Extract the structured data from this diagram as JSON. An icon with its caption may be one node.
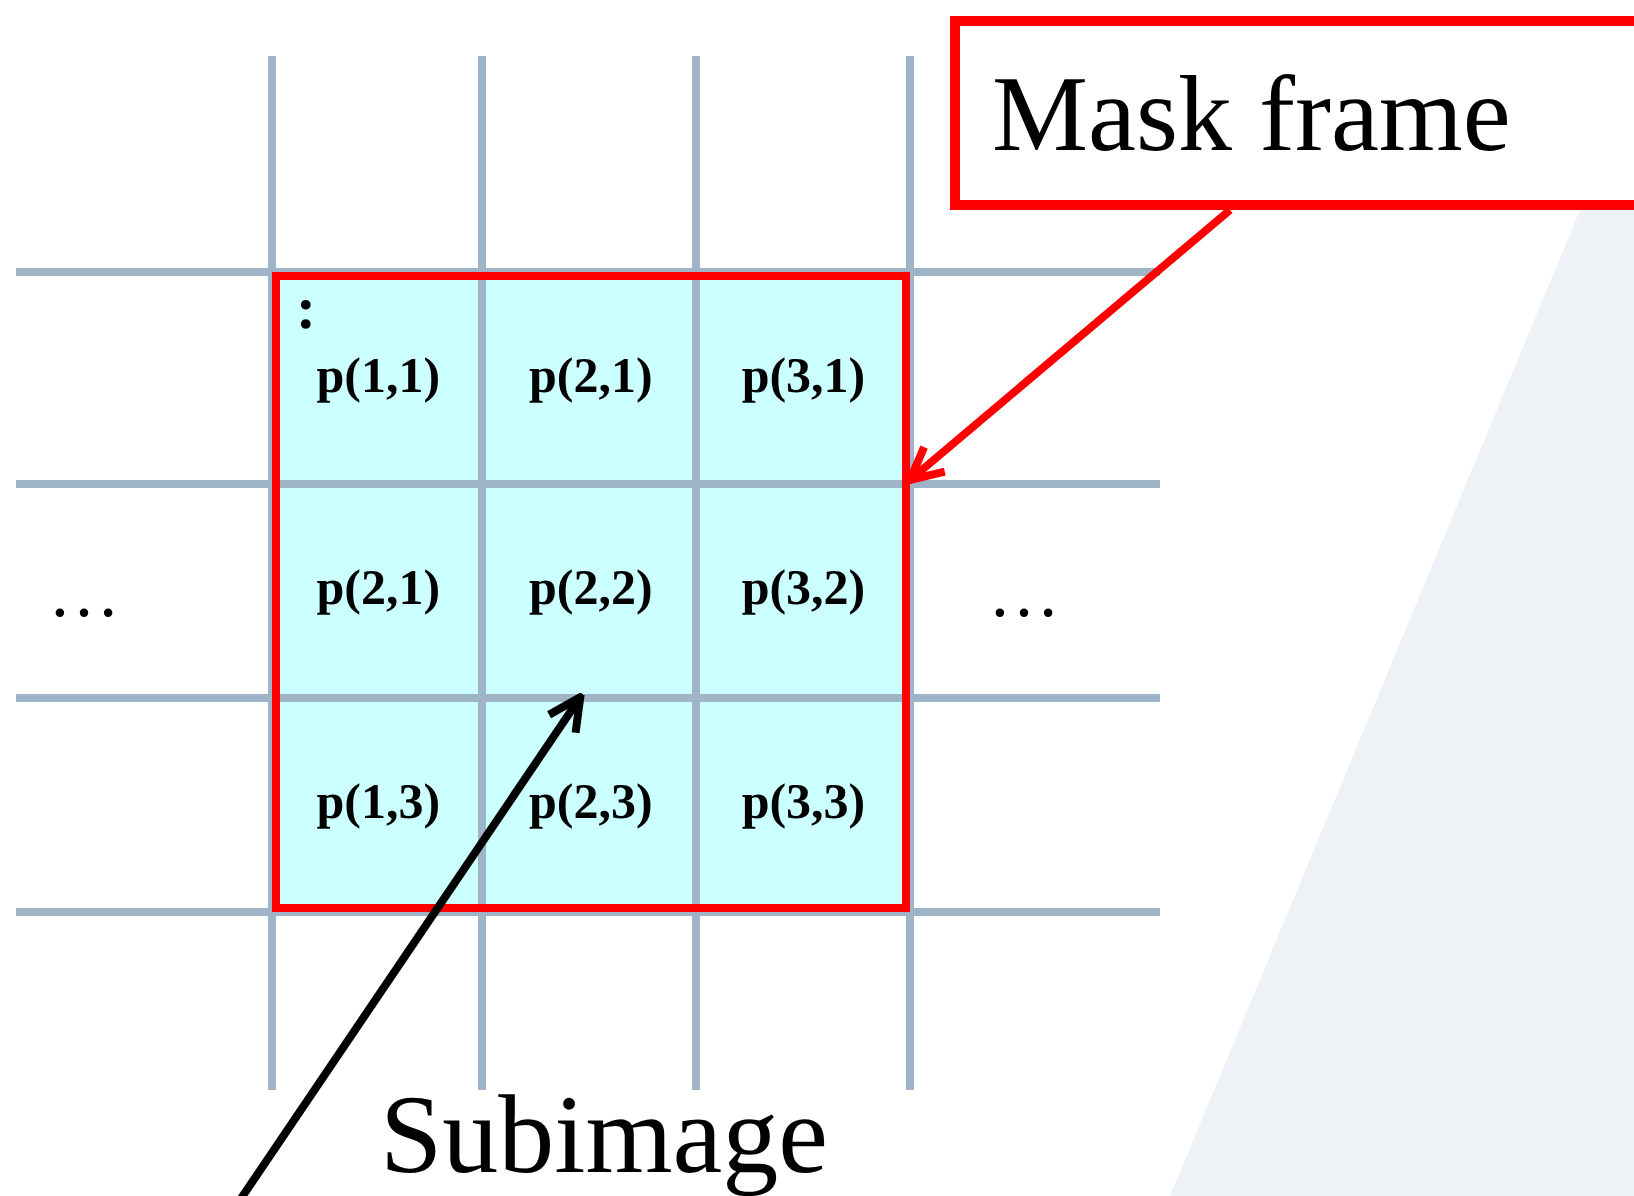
{
  "diagram": {
    "nodes": [
      {
        "text": [
          "Mask frame"
        ]
      },
      {
        "text": [],
        "shape": "box"
      },
      {
        "text": [
          "p(1,1)"
        ],
        "in": 1
      },
      {
        "text": [
          "p(2,1)"
        ],
        "in": 1
      },
      {
        "text": [
          "p(3,1)"
        ],
        "in": 1
      },
      {
        "text": [
          "p(2,1)"
        ],
        "in": 1
      },
      {
        "text": [
          "p(2,2)"
        ],
        "in": 1
      },
      {
        "text": [
          "p(3,2)"
        ],
        "in": 1
      },
      {
        "text": [
          "p(1,3)"
        ],
        "in": 1
      },
      {
        "text": [
          "p(2,3)"
        ],
        "in": 1
      },
      {
        "text": [
          "p(3,3)"
        ],
        "in": 1
      }
    ],
    "edges": [
      {
        "from": 0,
        "to": 1,
        "arrow": "to",
        "color": "#ff0000"
      },
      {
        "from": null,
        "to": 6,
        "arrow": "to",
        "color": "#000000"
      }
    ],
    "labels": [
      ":",
      "…",
      "…",
      "Subimage"
    ]
  }
}
